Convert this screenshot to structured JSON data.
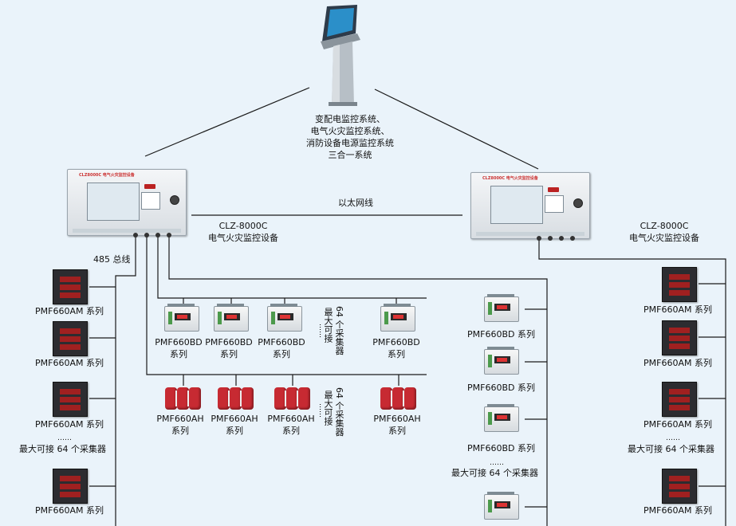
{
  "system_label": [
    "变配电监控系统、",
    "电气火灾监控系统、",
    "消防设备电源监控系统",
    "三合一系统"
  ],
  "ethernet_label": "以太网线",
  "bus_label": "485 总线",
  "controller_left": {
    "model": "CLZ-8000C",
    "name": "电气火灾监控设备",
    "panel_title": "CLZ8000C 电气火灾监控设备"
  },
  "controller_right": {
    "model": "CLZ-8000C",
    "name": "电气火灾监控设备",
    "panel_title": "CLZ8000C 电气火灾监控设备"
  },
  "meter_am": "PMF660AM 系列",
  "meter_bd": "PMF660BD 系列",
  "meter_bd_model": "PMF660BD",
  "meter_ah_model": "PMF660AH",
  "series_word": "系列",
  "ellipsis": "……",
  "max_note": "最大可接 64 个采集器",
  "max_note_v1": "最大可接",
  "max_note_v2": "64 个采集器",
  "colors": {
    "background": "#eaf3fa",
    "wire": "#1a1a1a",
    "meter_red": "#c72a32"
  }
}
